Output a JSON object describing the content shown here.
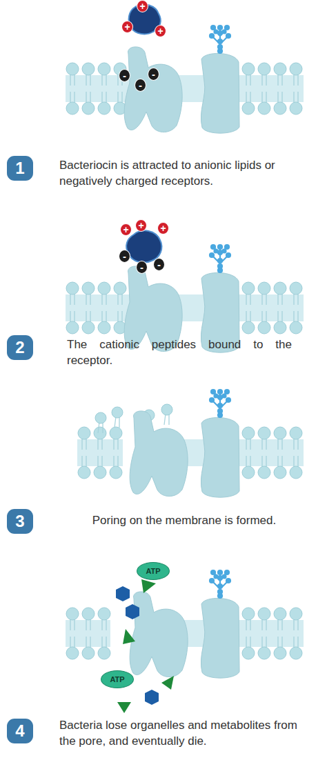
{
  "diagram": {
    "nodes": [
      {
        "text": [
          "+"
        ]
      },
      {
        "text": [
          "+"
        ]
      },
      {
        "text": [
          "+"
        ]
      },
      {
        "text": [
          "-"
        ]
      },
      {
        "text": [
          "-"
        ]
      },
      {
        "text": [
          "-"
        ]
      },
      {
        "text": [
          "1"
        ]
      },
      {
        "text": [
          "+"
        ]
      },
      {
        "text": [
          "+"
        ]
      },
      {
        "text": [
          "+"
        ]
      },
      {
        "text": [
          "-"
        ]
      },
      {
        "text": [
          "-"
        ]
      },
      {
        "text": [
          "-"
        ]
      },
      {
        "text": [
          "2"
        ]
      },
      {
        "text": [
          "3"
        ]
      },
      {
        "text": [
          "ATP"
        ]
      },
      {
        "text": [
          "ATP"
        ]
      },
      {
        "text": [
          "4"
        ]
      }
    ],
    "labels": [
      "Bacteriocin is attracted to anionic lipids or negatively charged receptors.",
      "The cationic peptides bound to the receptor.",
      "Poring on the membrane is formed.",
      "Bacteria lose organelles and metabolites from the pore, and eventually die."
    ]
  }
}
